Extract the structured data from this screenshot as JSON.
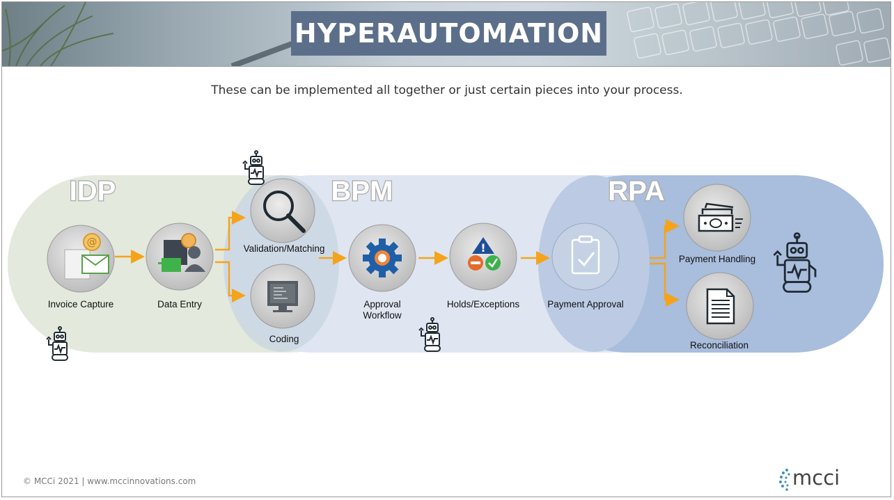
{
  "header": {
    "title": "HYPERAUTOMATION"
  },
  "subtitle": "These can be implemented all together or just certain pieces into your process.",
  "groups": {
    "idp": "IDP",
    "bpm": "BPM",
    "rpa": "RPA"
  },
  "steps": {
    "invoice_capture": "Invoice Capture",
    "data_entry": "Data Entry",
    "validation_matching": "Validation/Matching",
    "coding": "Coding",
    "approval_workflow_1": "Approval",
    "approval_workflow_2": "Workflow",
    "holds_exceptions": "Holds/Exceptions",
    "payment_approval": "Payment Approval",
    "payment_handling": "Payment Handling",
    "reconciliation": "Reconciliation"
  },
  "colors": {
    "idp_fill": "#e3e9dc",
    "bpm_fill": "#dfe6f1",
    "rpa_fill": "#a9bddc",
    "arrow": "#f5a31a",
    "title_box": "#5c6f8a"
  },
  "footer": {
    "copyright": "© MCCi 2021 | www.mccinnovations.com",
    "logo": "mcci"
  }
}
